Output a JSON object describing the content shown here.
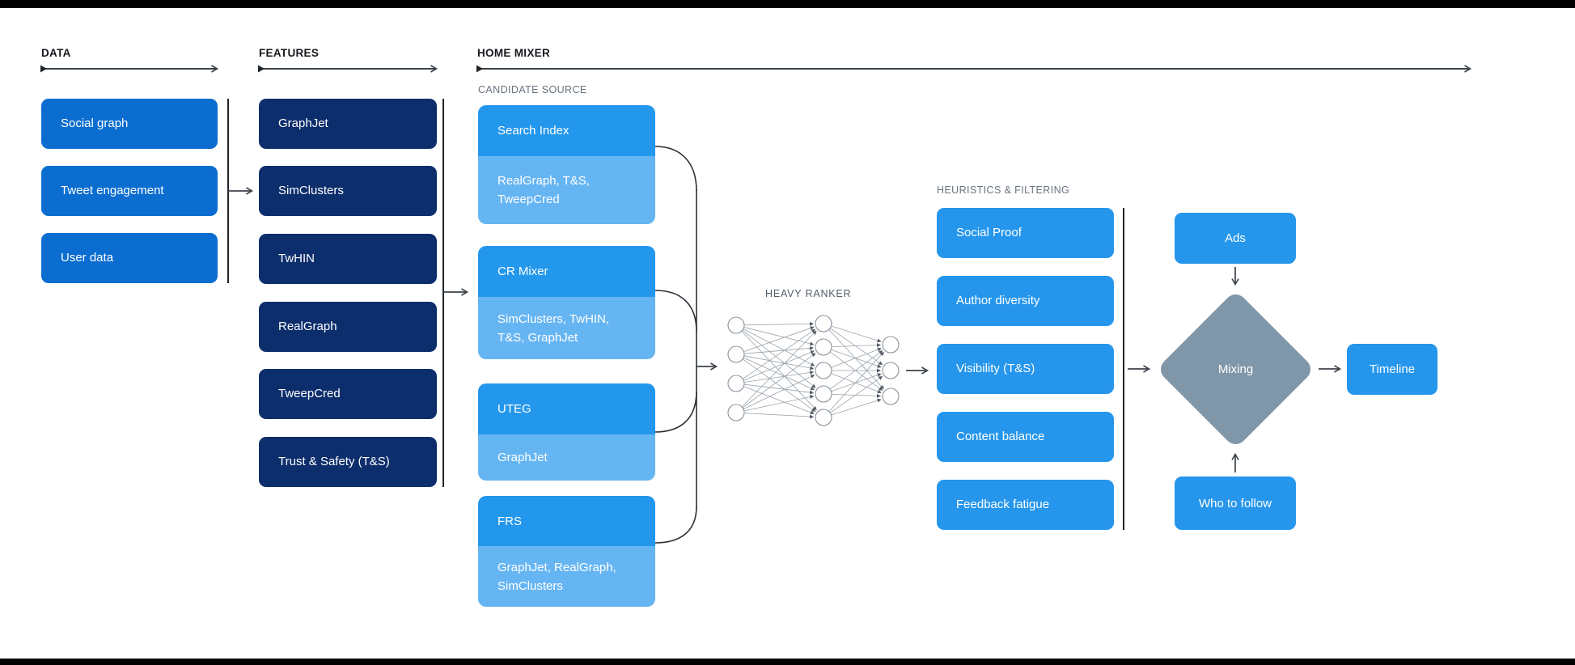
{
  "headers": {
    "data": "DATA",
    "features": "FEATURES",
    "home_mixer": "HOME MIXER",
    "candidate_source": "CANDIDATE SOURCE",
    "heuristics": "HEURISTICS & FILTERING",
    "heavy_ranker": "HEAVY RANKER"
  },
  "data_column": {
    "items": [
      "Social graph",
      "Tweet engagement",
      "User data"
    ]
  },
  "features_column": {
    "items": [
      "GraphJet",
      "SimClusters",
      "TwHIN",
      "RealGraph",
      "TweepCred",
      "Trust & Safety (T&S)"
    ]
  },
  "candidate_sources": [
    {
      "name": "Search Index",
      "features": "RealGraph, T&S, TweepCred"
    },
    {
      "name": "CR Mixer",
      "features": "SimClusters, TwHIN, T&S, GraphJet"
    },
    {
      "name": "UTEG",
      "features": "GraphJet"
    },
    {
      "name": "FRS",
      "features": "GraphJet, RealGraph, SimClusters"
    }
  ],
  "heuristics_column": {
    "items": [
      "Social Proof",
      "Author diversity",
      "Visibility (T&S)",
      "Content balance",
      "Feedback fatigue"
    ]
  },
  "mixing": {
    "ads": "Ads",
    "mixer": "Mixing",
    "who_to_follow": "Who to follow",
    "timeline": "Timeline"
  },
  "network": {
    "layers": [
      4,
      5,
      3
    ]
  },
  "colors": {
    "data_blue": "#0b6dd0",
    "features_navy": "#0d2e6d",
    "source_blue": "#2397ec",
    "source_light": "#66b5f3",
    "filter_blue": "#2596ec",
    "diamond_gray": "#8097aa",
    "line": "#2b3137",
    "text_dark": "#15181c",
    "text_gray": "#68737f",
    "nn_gray": "#8d979f"
  }
}
